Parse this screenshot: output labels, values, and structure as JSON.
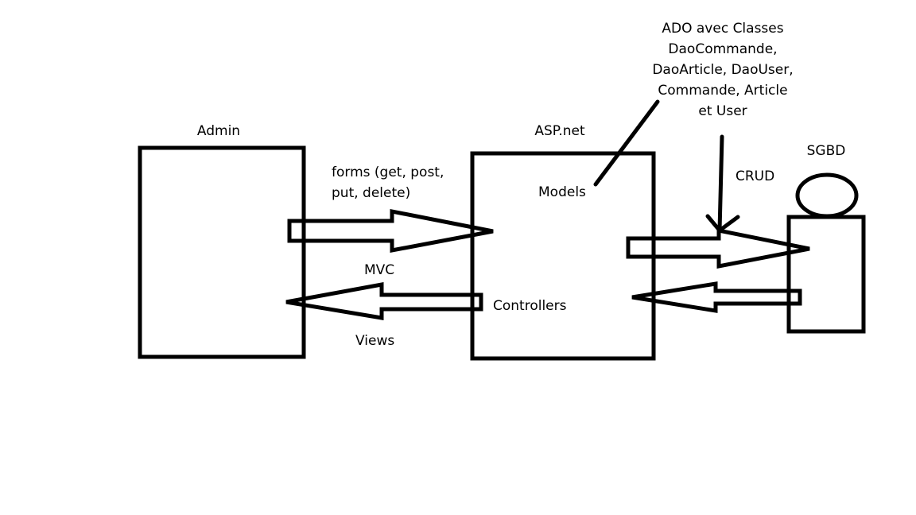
{
  "nodes": {
    "admin": "Admin",
    "aspnet": "ASP.net",
    "sgbd": "SGBD"
  },
  "labels": {
    "forms": [
      "forms (get, post,",
      "put, delete)"
    ],
    "mvc": "MVC",
    "views": "Views",
    "models": "Models",
    "controllers": "Controllers",
    "crud": "CRUD",
    "ado": [
      "ADO avec Classes",
      "DaoCommande,",
      "DaoArticle, DaoUser,",
      "Commande, Article",
      "et User"
    ]
  },
  "colors": {
    "stroke": "#000000",
    "background": "#ffffff"
  }
}
